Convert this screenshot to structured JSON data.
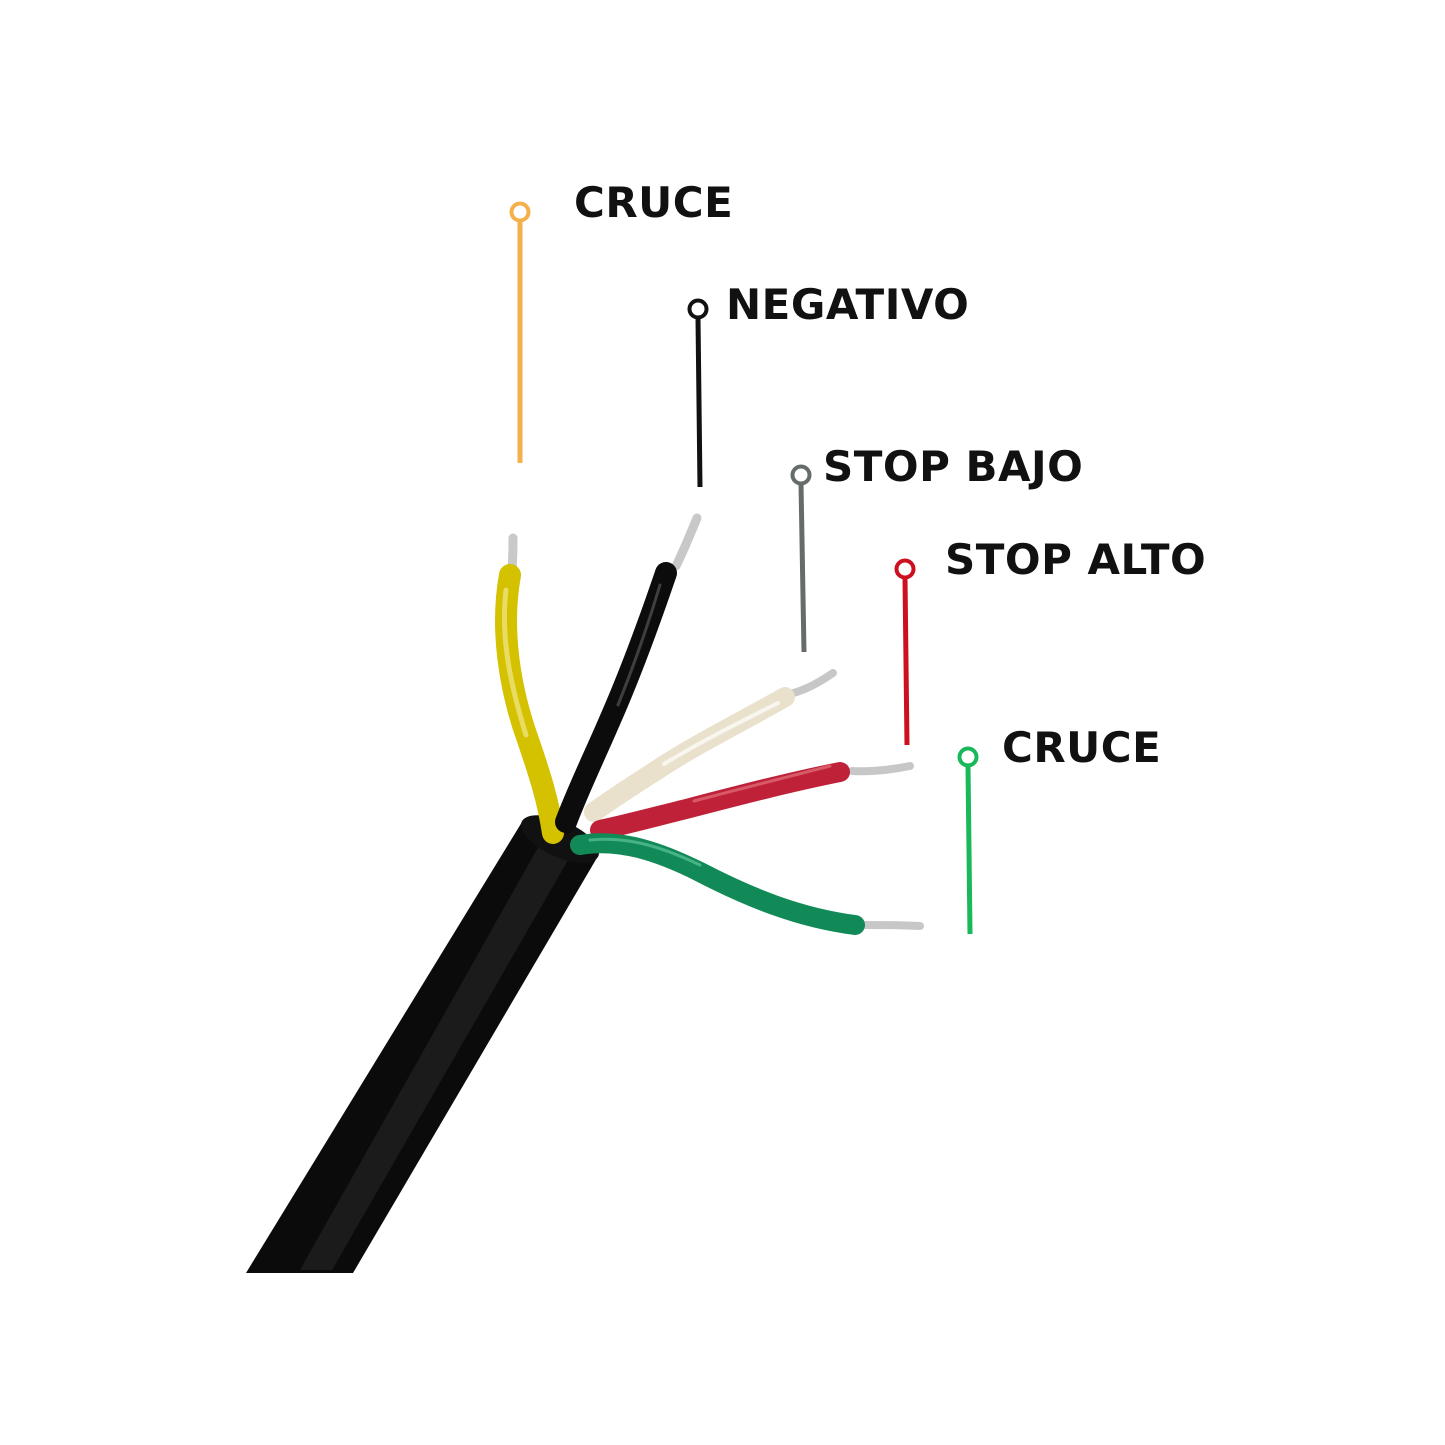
{
  "labels": {
    "cruce_top": "CRUCE",
    "negativo": "NEGATIVO",
    "stop_bajo": "STOP BAJO",
    "stop_alto": "STOP ALTO",
    "cruce_bottom": "CRUCE"
  },
  "colors": {
    "cruce_top_pointer": "#f4b04a",
    "negativo_pointer": "#111111",
    "stop_bajo_pointer": "#666b6c",
    "stop_alto_pointer": "#cc1020",
    "cruce_bottom_pointer": "#19b85a",
    "wire_yellow": "#d8c600",
    "wire_black": "#111111",
    "wire_white": "#ece5d3",
    "wire_red": "#c0283a",
    "wire_green": "#138a5a",
    "cable_jacket": "#0c0c0c",
    "copper_tip": "#c9c9c9"
  }
}
